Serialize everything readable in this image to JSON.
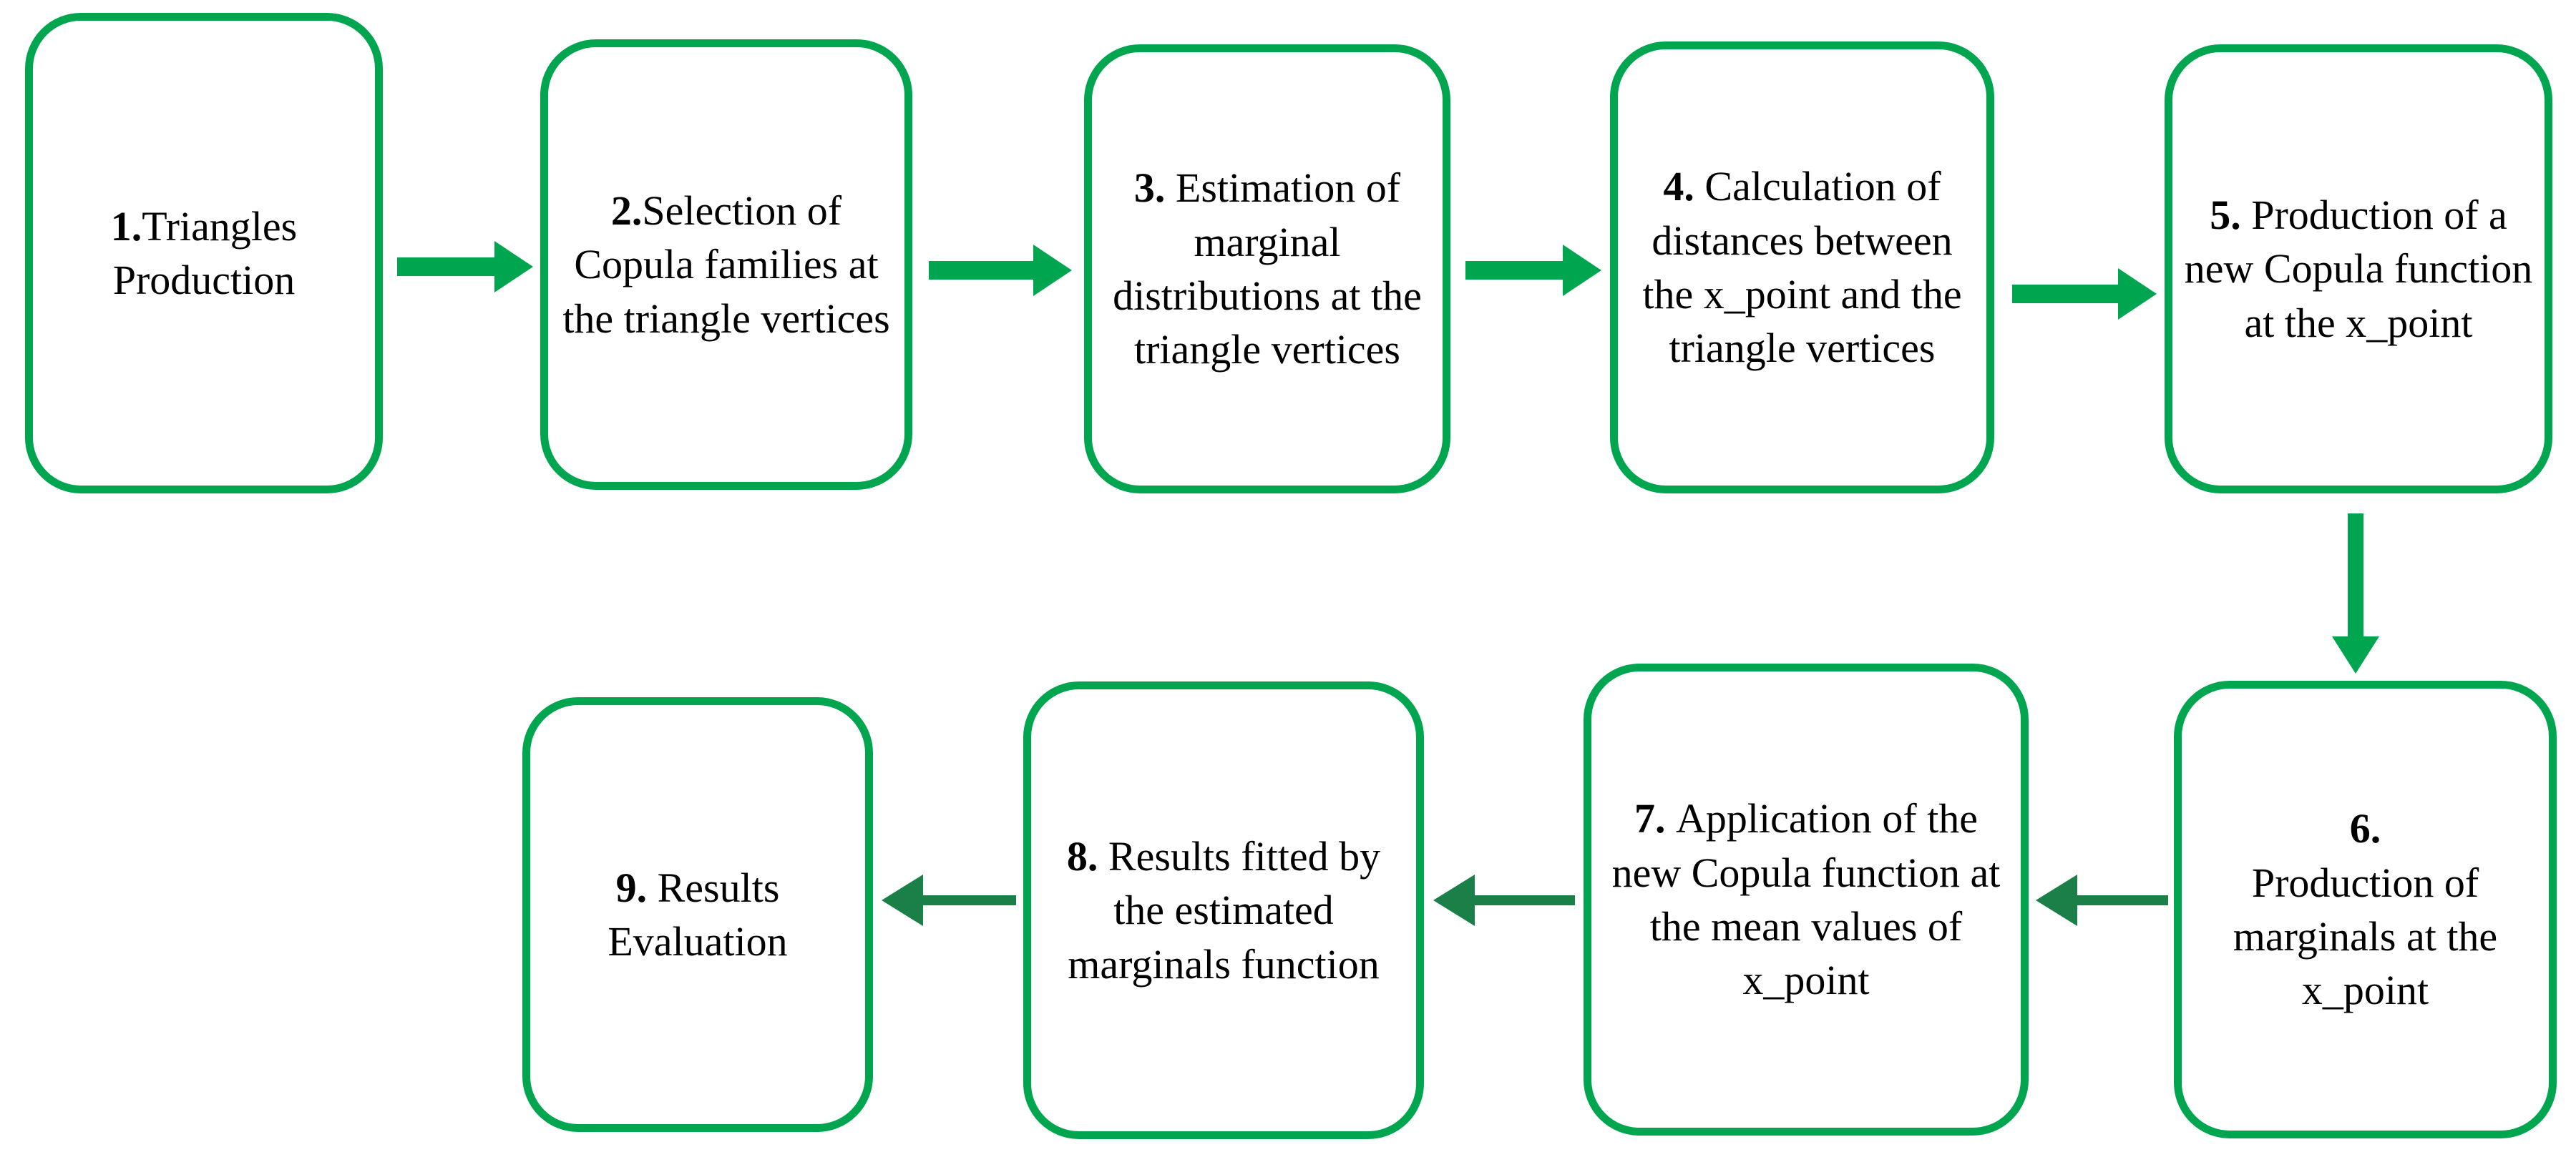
{
  "diagram": {
    "title": "Copula methodology flowchart",
    "colors": {
      "node_border": "#00a550",
      "node_fill": "#ffffff",
      "arrow_primary": "#00a550",
      "arrow_secondary": "#1b7f48",
      "text": "#000000"
    },
    "nodes": [
      {
        "id": "1",
        "number": "1.",
        "text": "Triangles Production",
        "lines": [
          "1.Triangles",
          "Production"
        ],
        "full_label": "1.Triangles Production"
      },
      {
        "id": "2",
        "number": "2.",
        "text": "Selection of Copula families at the triangle vertices",
        "lines": [
          "2.Selection",
          "of Copula",
          "families at",
          "the triangle",
          "vertices"
        ],
        "full_label": "2.Selection of Copula families at the triangle vertices"
      },
      {
        "id": "3",
        "number": "3.",
        "text": "Estimation of marginal distributions at the triangle vertices",
        "lines": [
          "3. Estimation",
          "of marginal",
          "distributions",
          "at the",
          "triangle",
          "vertices"
        ],
        "full_label": "3. Estimation of marginal distributions at the triangle vertices"
      },
      {
        "id": "4",
        "number": "4.",
        "text": "Calculation of distances between the x_point and the triangle vertices",
        "lines": [
          "4. Calculation",
          "of distances",
          "between the",
          "x_point and",
          "the triangle",
          "vertices"
        ],
        "full_label": "4. Calculation of distances between the x_point and the triangle vertices"
      },
      {
        "id": "5",
        "number": "5.",
        "text": "Production of a new Copula function at the x_point",
        "lines": [
          "5. Production",
          "of a new",
          "Copula",
          "function at",
          "the x_point"
        ],
        "full_label": "5. Production of a new Copula function at the x_point"
      },
      {
        "id": "6",
        "number": "6.",
        "text": "Production of marginals at the x_point",
        "lines": [
          "6.",
          "Production",
          "of marginals",
          "at the",
          "x_point"
        ],
        "full_label": "6. Production of marginals at the x_point"
      },
      {
        "id": "7",
        "number": "7.",
        "text": "Application of the new Copula function at the mean values of x_point",
        "lines": [
          "7. Application",
          "of the new",
          "Copula function",
          "at the mean",
          "values of",
          "x_point"
        ],
        "full_label": "7. Application of the new Copula function at the mean values of x_point"
      },
      {
        "id": "8",
        "number": "8.",
        "text": "Results fitted by the estimated marginals function",
        "lines": [
          "8. Results",
          "fitted by the",
          "estimated",
          "marginals",
          "function"
        ],
        "full_label": "8. Results fitted by the estimated marginals function"
      },
      {
        "id": "9",
        "number": "9.",
        "text": "Results Evaluation",
        "lines": [
          "9. Results",
          "Evaluation"
        ],
        "full_label": "9. Results Evaluation"
      }
    ],
    "edges": [
      {
        "from": "1",
        "to": "2",
        "direction": "right",
        "style": "thick-bright"
      },
      {
        "from": "2",
        "to": "3",
        "direction": "right",
        "style": "thick-bright"
      },
      {
        "from": "3",
        "to": "4",
        "direction": "right",
        "style": "thick-bright"
      },
      {
        "from": "4",
        "to": "5",
        "direction": "right",
        "style": "thick-bright"
      },
      {
        "from": "5",
        "to": "6",
        "direction": "down",
        "style": "thin-bright"
      },
      {
        "from": "6",
        "to": "7",
        "direction": "left",
        "style": "thin-dark"
      },
      {
        "from": "7",
        "to": "8",
        "direction": "left",
        "style": "thin-dark"
      },
      {
        "from": "8",
        "to": "9",
        "direction": "left",
        "style": "thin-dark"
      }
    ]
  }
}
